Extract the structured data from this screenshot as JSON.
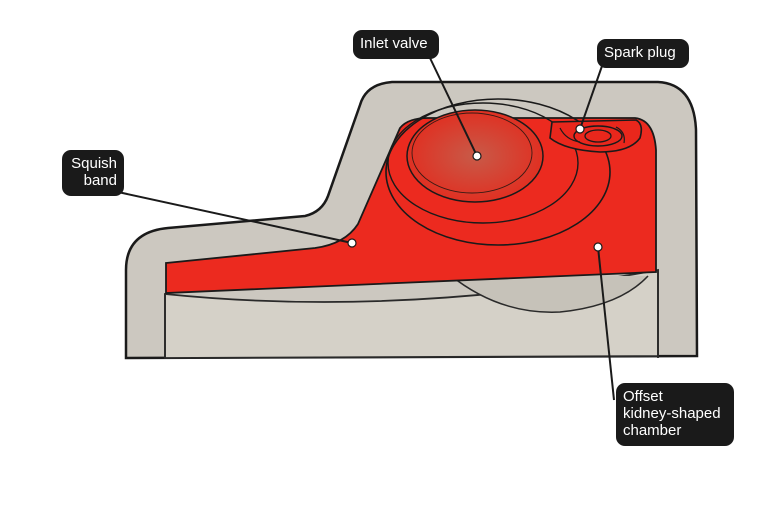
{
  "callouts": {
    "inlet_valve": "Inlet valve",
    "spark_plug": "Spark plug",
    "squish_band": "Squish\nband",
    "offset_chamber": "Offset\nkidney-shaped\nchamber"
  },
  "colors": {
    "head_metal": "#ccc8c0",
    "chamber_red": "#ec2a1f",
    "piston_gray": "#cdc9c0",
    "outline": "#1a1a1a",
    "callout_bg": "#1a1a1a",
    "callout_text": "#ffffff"
  }
}
